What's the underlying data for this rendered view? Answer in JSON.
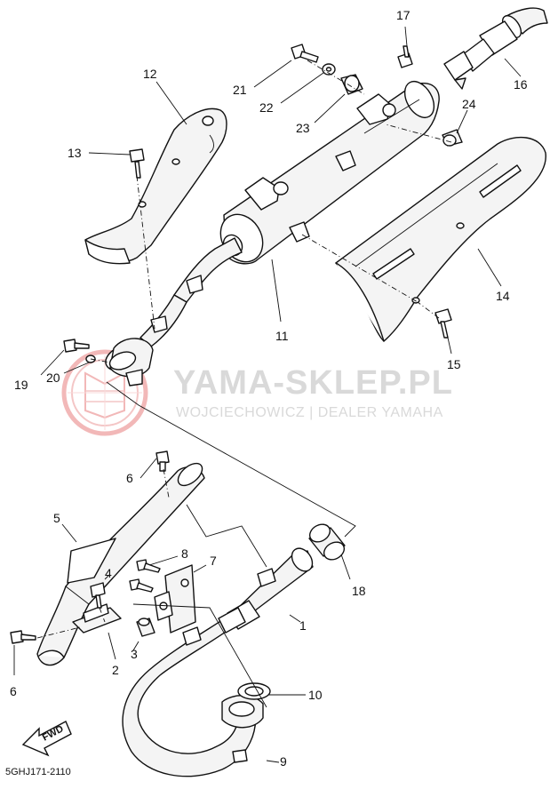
{
  "diagram": {
    "code": "5GHJ171-2110",
    "fwd_label": "FWD",
    "watermark": {
      "title": "YAMA-SKLEP.PL",
      "subtitle": "WOJCIECHOWICZ | DEALER YAMAHA",
      "color": "#d9d9d9",
      "logo_color": "#f2b8b8"
    },
    "callouts": {
      "c1": "1",
      "c2": "2",
      "c3": "3",
      "c4": "4",
      "c5": "5",
      "c6a": "6",
      "c6b": "6",
      "c7": "7",
      "c8": "8",
      "c9": "9",
      "c10": "10",
      "c11": "11",
      "c12": "12",
      "c13": "13",
      "c14": "14",
      "c15": "15",
      "c16": "16",
      "c17": "17",
      "c18": "18",
      "c19": "19",
      "c20": "20",
      "c21": "21",
      "c22": "22",
      "c23": "23",
      "c24": "24"
    }
  }
}
